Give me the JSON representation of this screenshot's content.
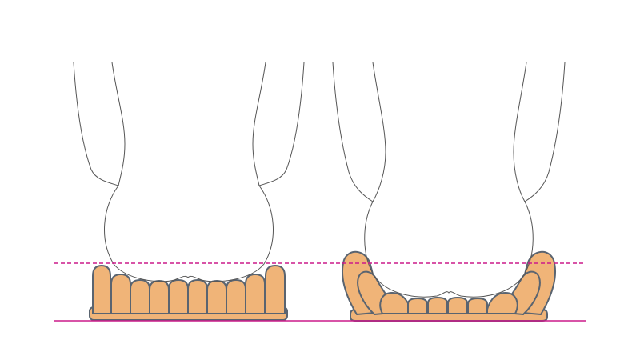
{
  "colors": {
    "background": "#ffffff",
    "cushion_fill": "#f0b478",
    "cushion_stroke": "#5a6470",
    "body_stroke": "#555555",
    "guide_line": "#cc1a8a"
  },
  "figures": [
    {
      "id": "left",
      "cushion": "flat-row-of-air-cells"
    },
    {
      "id": "right",
      "cushion": "contoured-air-cells"
    }
  ],
  "guides": [
    {
      "id": "sitting-level",
      "style": "dashed"
    },
    {
      "id": "base-level",
      "style": "solid"
    }
  ]
}
